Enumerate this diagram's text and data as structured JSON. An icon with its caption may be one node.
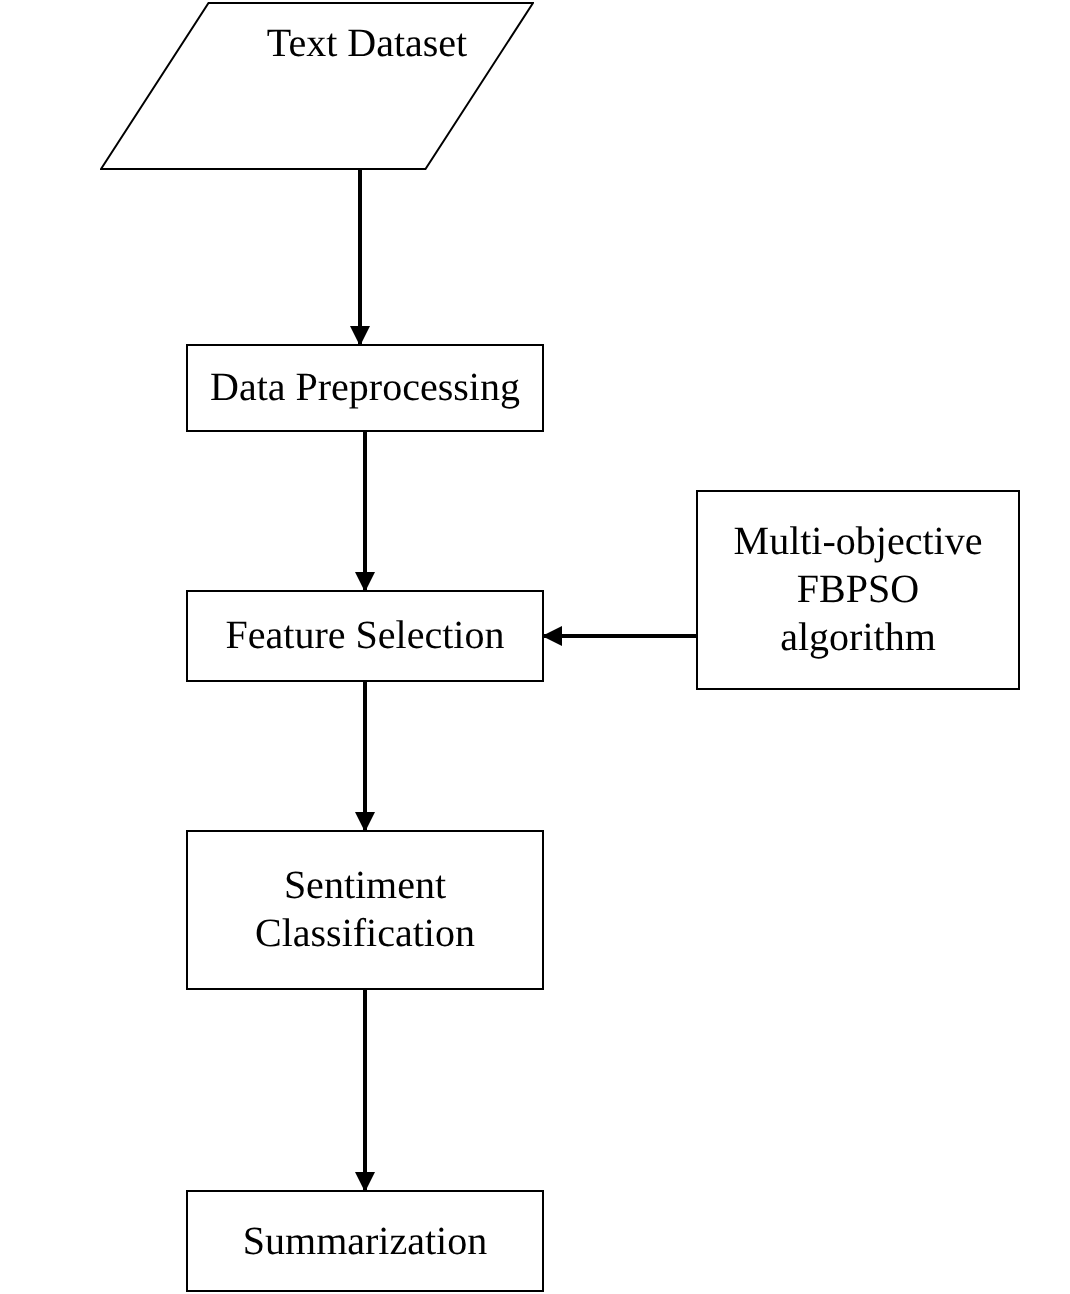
{
  "diagram": {
    "nodes": [
      {
        "text": [
          "Text Dataset"
        ]
      },
      {
        "text": [
          "Data Preprocessing"
        ]
      },
      {
        "text": [
          "Feature Selection"
        ]
      },
      {
        "text": [
          "Multi-objective FBPSO algorithm"
        ]
      },
      {
        "text": [
          "Sentiment Classification"
        ]
      },
      {
        "text": [
          "Summarization"
        ]
      }
    ],
    "edges": [
      {
        "from": 0,
        "to": 1,
        "arrow": "to"
      },
      {
        "from": 1,
        "to": 2,
        "arrow": "to"
      },
      {
        "from": 3,
        "to": 2,
        "arrow": "to"
      },
      {
        "from": 2,
        "to": 4,
        "arrow": "to"
      },
      {
        "from": 4,
        "to": 5,
        "arrow": "to"
      }
    ]
  }
}
